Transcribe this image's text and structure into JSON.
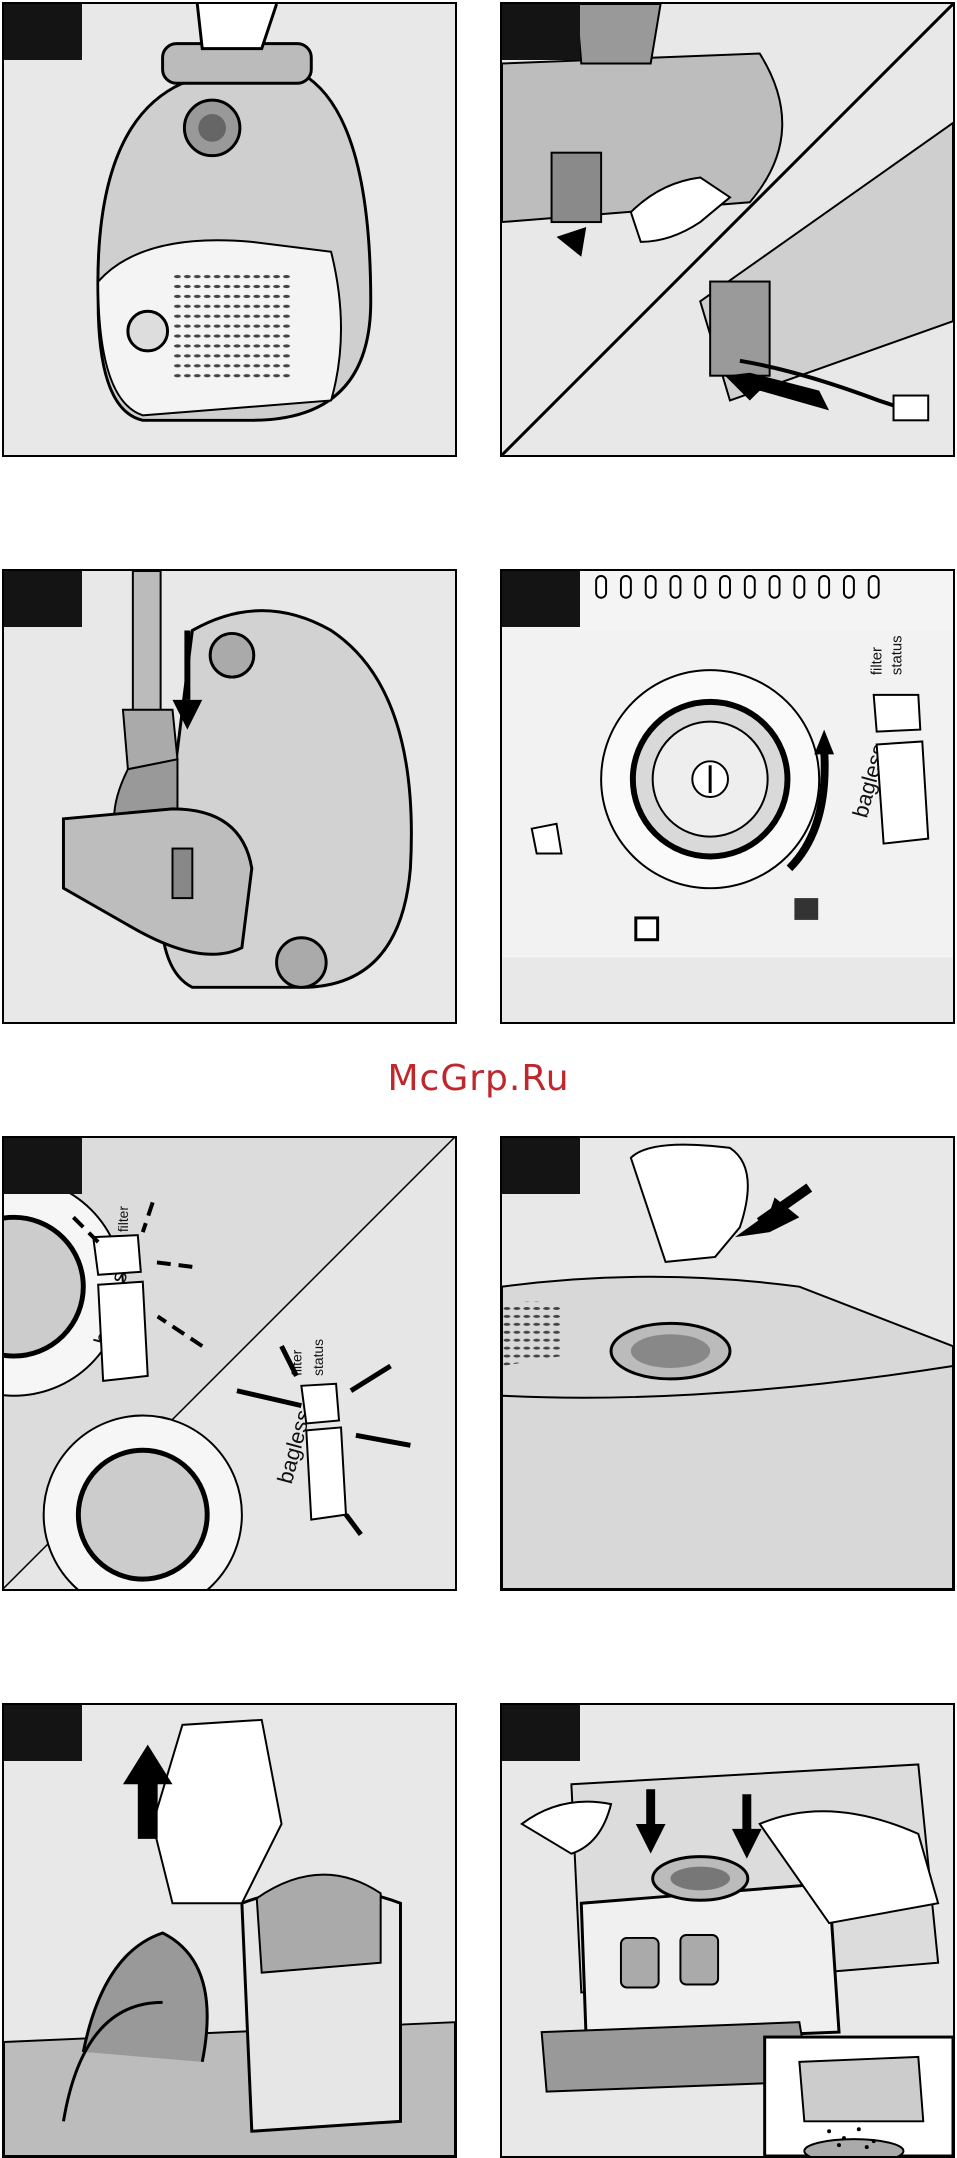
{
  "watermark": {
    "text": "McGrp.Ru",
    "color": "#c0272d"
  },
  "panel_labels": {
    "bagless": "bagless",
    "filter": "filter",
    "status": "status"
  },
  "colors": {
    "panel_bg": "#e8e8e8",
    "badge": "#141414",
    "line": "#000000"
  },
  "panels": [
    {
      "id": "p1",
      "icon": "vacuum-carry-handle-icon"
    },
    {
      "id": "p2",
      "icon": "cord-pull-out-icon"
    },
    {
      "id": "p3",
      "icon": "hose-insert-icon"
    },
    {
      "id": "p4",
      "icon": "power-dial-icon"
    },
    {
      "id": "p5",
      "icon": "filter-status-indicator-icon"
    },
    {
      "id": "p6",
      "icon": "lid-release-icon"
    },
    {
      "id": "p7",
      "icon": "dust-container-remove-icon"
    },
    {
      "id": "p8",
      "icon": "filter-empty-icon"
    }
  ]
}
